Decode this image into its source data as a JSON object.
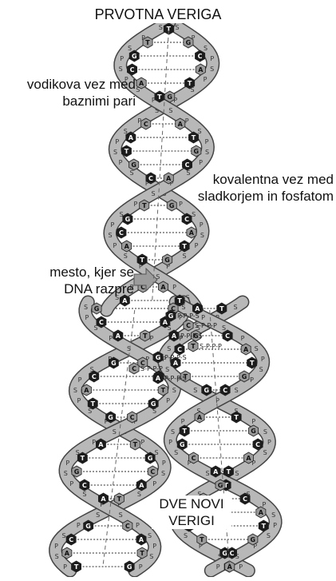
{
  "labels": {
    "original_strand": "PRVOTNA VERIGA",
    "hydrogen_bond": [
      "vodikova vez med",
      "baznimi pari"
    ],
    "covalent_bond": [
      "kovalentna vez med",
      "sladkorjem in fosfatom"
    ],
    "unwinding_point": [
      "mesto, kjer se",
      "DNA razpre"
    ],
    "new_strands": [
      "DVE NOVI",
      "VERIGI"
    ]
  },
  "diagram_data": {
    "type": "dna-replication",
    "elements": [
      "parent double helix",
      "replication fork",
      "two daughter double helices"
    ],
    "backbone_letters": [
      "S",
      "P"
    ],
    "base_letters": [
      "A",
      "T",
      "G",
      "C"
    ],
    "colors": {
      "strand_fill": "#b8b8b8",
      "strand_edge": "#444444",
      "base_dark": "#1c1c1c",
      "base_light": "#9a9a9a",
      "arrow": "#9c9c9c"
    }
  }
}
